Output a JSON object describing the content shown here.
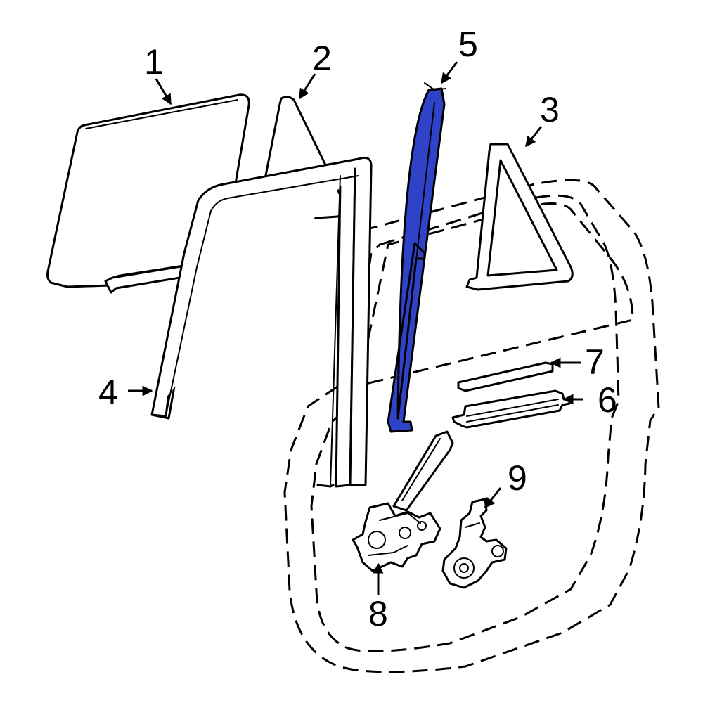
{
  "diagram": {
    "highlight_color": "#2f43c8",
    "callouts": {
      "c1": "1",
      "c2": "2",
      "c3": "3",
      "c4": "4",
      "c5": "5",
      "c6": "6",
      "c7": "7",
      "c8": "8",
      "c9": "9"
    }
  }
}
